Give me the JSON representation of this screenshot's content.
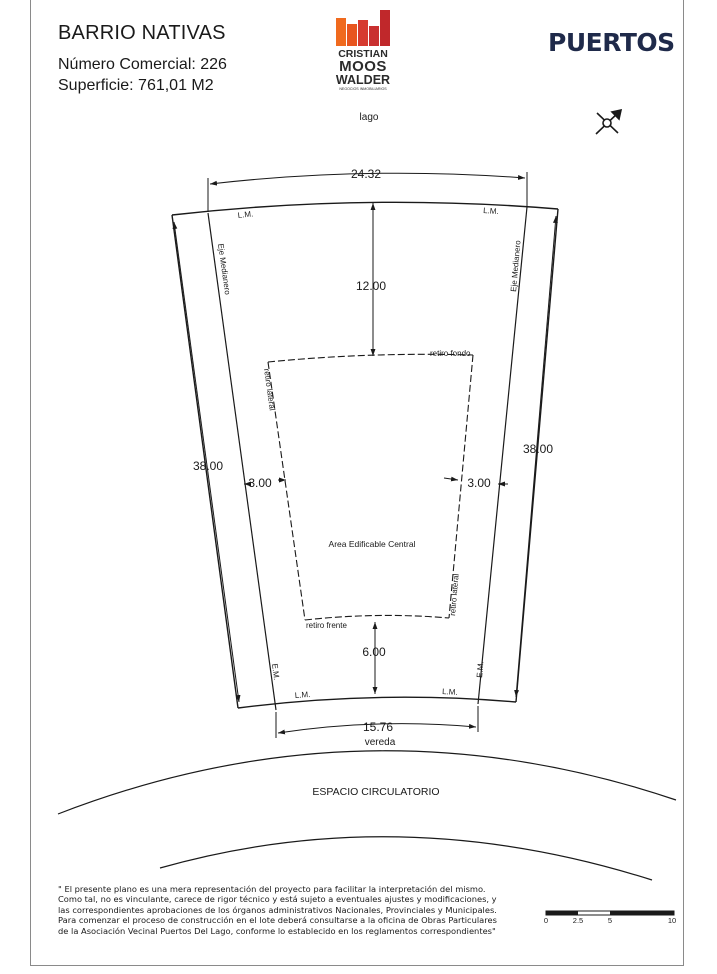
{
  "header": {
    "title": "BARRIO NATIVAS",
    "lot_number": "Número Comercial: 226",
    "area": "Superficie: 761,01 M2",
    "brand": "PUERTOS"
  },
  "logo": {
    "line1": "CRISTIAN",
    "line2": "MOOS",
    "line3": "WALDER",
    "tagline": "NEGOCIOS INMOBILIARIOS",
    "colors": {
      "orange": "#f06a1e",
      "red": "#d63a2f",
      "dark_red": "#c0282b"
    }
  },
  "compass": {
    "icon": "north-arrow-icon"
  },
  "plan": {
    "top_label": "lago",
    "dim_back": "24.32",
    "dim_front": "15.76",
    "dim_left": "38.00",
    "dim_right": "38.00",
    "setback_back": "12.00",
    "setback_front": "6.00",
    "setback_left": "3.00",
    "setback_right": "3.00",
    "lm": "L.M.",
    "em": "E.M.",
    "eje_medianero": "Eje Medianero",
    "retiro_fondo": "retiro fondo",
    "retiro_frente": "retiro frente",
    "retiro_lateral": "retiro lateral",
    "buildable_area": "Area Edificable Central",
    "sidewalk": "vereda",
    "circulation": "ESPACIO CIRCULATORIO"
  },
  "disclaimer": {
    "lines": [
      "\" El presente plano es una mera representación del proyecto para facilitar la interpretación del mismo.",
      "Como tal, no es vinculante, carece de rigor técnico y está sujeto a eventuales ajustes y modificaciones, y",
      "las correspondientes aprobaciones de los órganos administrativos Nacionales, Provinciales y Municipales.",
      "Para comenzar el proceso de construcción en el lote deberá consultarse a la oficina de Obras Particulares",
      "de la Asociación Vecinal Puertos Del Lago, conforme lo establecido en los reglamentos correspondientes\""
    ]
  },
  "scale_bar": {
    "ticks": [
      "0",
      "2.5",
      "5",
      "10"
    ]
  }
}
